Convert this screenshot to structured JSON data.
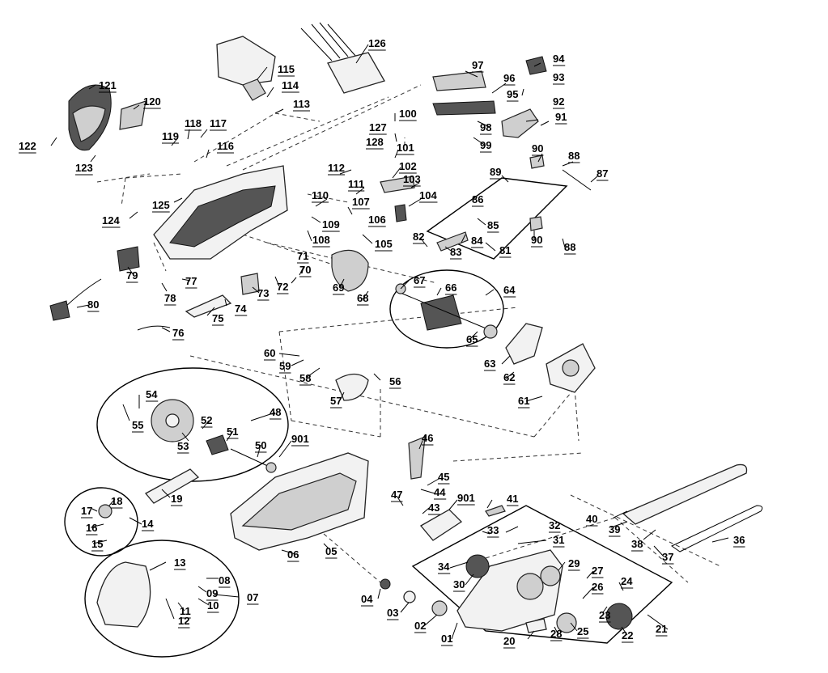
{
  "diagram": {
    "labels": [
      "126",
      "115",
      "114",
      "113",
      "97",
      "94",
      "96",
      "93",
      "95",
      "92",
      "91",
      "121",
      "120",
      "122",
      "123",
      "119",
      "118",
      "117",
      "116",
      "127",
      "100",
      "128",
      "98",
      "99",
      "101",
      "90",
      "88",
      "87",
      "102",
      "89",
      "112",
      "111",
      "103",
      "104",
      "110",
      "86",
      "107",
      "109",
      "106",
      "125",
      "124",
      "108",
      "105",
      "82",
      "85",
      "84",
      "83",
      "81",
      "90b",
      "88b",
      "79",
      "78",
      "77",
      "80",
      "73",
      "72",
      "71",
      "70",
      "75",
      "74",
      "76",
      "69",
      "68",
      "67",
      "66",
      "64",
      "65",
      "60",
      "59",
      "58",
      "63",
      "62",
      "56",
      "57",
      "61",
      "54",
      "55",
      "53",
      "52",
      "51",
      "50",
      "48",
      "901",
      "46",
      "45",
      "44",
      "47",
      "43",
      "901b",
      "41",
      "19",
      "18",
      "17",
      "14",
      "16",
      "15",
      "40",
      "39",
      "32",
      "33",
      "31",
      "34",
      "30",
      "29",
      "38",
      "37",
      "36",
      "06",
      "05",
      "13",
      "27",
      "26",
      "24",
      "08",
      "09",
      "10",
      "11",
      "12",
      "07",
      "04",
      "03",
      "02",
      "01",
      "23",
      "25",
      "28",
      "20",
      "22",
      "21"
    ],
    "label_text": {
      "126": "126",
      "115": "115",
      "114": "114",
      "113": "113",
      "97": "97",
      "94": "94",
      "96": "96",
      "93": "93",
      "95": "95",
      "92": "92",
      "91": "91",
      "121": "121",
      "120": "120",
      "122": "122",
      "123": "123",
      "119": "119",
      "118": "118",
      "117": "117",
      "116": "116",
      "127": "127",
      "100": "100",
      "128": "128",
      "98": "98",
      "99": "99",
      "101": "101",
      "90": "90",
      "88": "88",
      "87": "87",
      "102": "102",
      "89": "89",
      "112": "112",
      "111": "111",
      "103": "103",
      "104": "104",
      "110": "110",
      "86": "86",
      "107": "107",
      "109": "109",
      "106": "106",
      "125": "125",
      "124": "124",
      "108": "108",
      "105": "105",
      "82": "82",
      "85": "85",
      "84": "84",
      "83": "83",
      "81": "81",
      "90b": "90",
      "88b": "88",
      "79": "79",
      "78": "78",
      "77": "77",
      "80": "80",
      "73": "73",
      "72": "72",
      "71": "71",
      "70": "70",
      "75": "75",
      "74": "74",
      "76": "76",
      "69": "69",
      "68": "68",
      "67": "67",
      "66": "66",
      "64": "64",
      "65": "65",
      "60": "60",
      "59": "59",
      "58": "58",
      "63": "63",
      "62": "62",
      "56": "56",
      "57": "57",
      "61": "61",
      "54": "54",
      "55": "55",
      "53": "53",
      "52": "52",
      "51": "51",
      "50": "50",
      "48": "48",
      "901": "901",
      "46": "46",
      "45": "45",
      "44": "44",
      "47": "47",
      "43": "43",
      "901b": "901",
      "41": "41",
      "19": "19",
      "18": "18",
      "17": "17",
      "14": "14",
      "16": "16",
      "15": "15",
      "40": "40",
      "39": "39",
      "32": "32",
      "33": "33",
      "31": "31",
      "34": "34",
      "30": "30",
      "29": "29",
      "38": "38",
      "37": "37",
      "36": "36",
      "06": "06",
      "05": "05",
      "13": "13",
      "27": "27",
      "26": "26",
      "24": "24",
      "08": "08",
      "09": "09",
      "10": "10",
      "11": "11",
      "12": "12",
      "07": "07",
      "04": "04",
      "03": "03",
      "02": "02",
      "01": "01",
      "23": "23",
      "25": "25",
      "28": "28",
      "20": "20",
      "22": "22",
      "21": "21"
    }
  }
}
